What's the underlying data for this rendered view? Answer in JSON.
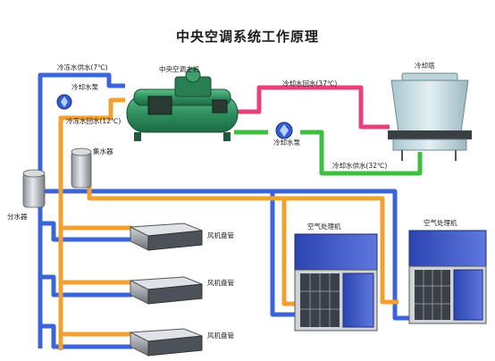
{
  "title": "中央空调系统工作原理",
  "labels": {
    "chilled_supply": "冷冻水供水(7℃)",
    "chilled_pump": "冷却水泵",
    "chilled_return": "冷冻水回水(12℃)",
    "main_unit": "中央空调主机",
    "cooling_return": "冷却水回水(37℃)",
    "cooling_tower": "冷却塔",
    "cooling_pump": "冷却水泵",
    "cooling_supply": "冷却水供水(32℃)",
    "collector": "集水器",
    "distributor": "分水器",
    "fcu_1": "风机盘管",
    "fcu_2": "风机盘管",
    "fcu_3": "风机盘管",
    "ahu_1": "空气处理机",
    "ahu_2": "空气处理机"
  },
  "colors": {
    "chilled_supply_pipe": "#3a64d8",
    "chilled_return_pipe": "#f2a030",
    "cooling_return_pipe": "#e8407a",
    "cooling_supply_pipe": "#3fbf3f",
    "chiller_body": "#2f8f5f",
    "ahu_panel": "#3a55c8"
  }
}
